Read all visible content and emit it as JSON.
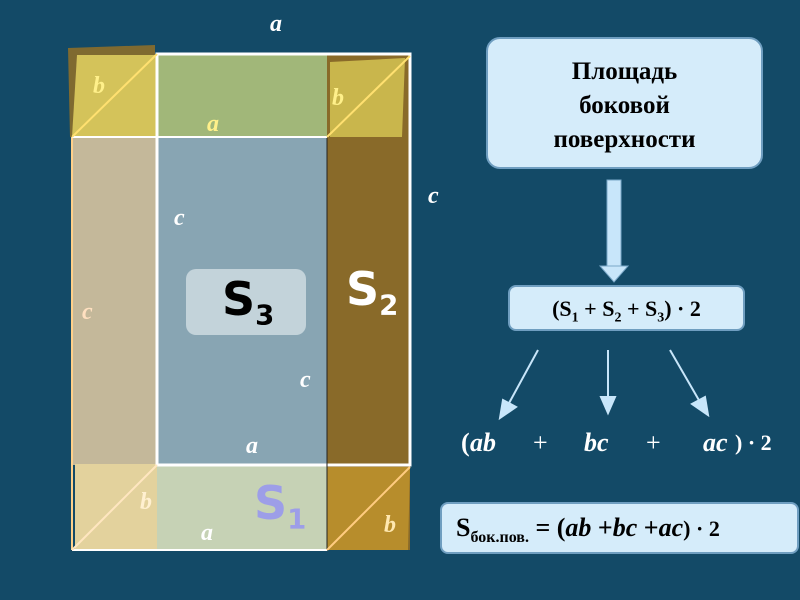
{
  "labels": {
    "a_top": "a",
    "b_top_left": "b",
    "b_top_right": "b",
    "a_mid_top": "a",
    "c_right_outer": "c",
    "c_inner_top": "c",
    "c_left": "c",
    "c_inner_right": "c",
    "a_inner_bottom": "a",
    "b_bottom_left": "b",
    "a_bottom": "a",
    "b_bottom_right": "b"
  },
  "faces": {
    "s3": {
      "letter": "S",
      "index": "3"
    },
    "s2": {
      "letter": "S",
      "index": "2"
    },
    "s1": {
      "letter": "S",
      "index": "1"
    }
  },
  "title_box": {
    "line1": "Площадь",
    "line2": "боковой",
    "line3": "поверхности"
  },
  "sum_box": {
    "open": "(S",
    "i1": "1",
    "p1": " + S",
    "i2": "2",
    "p2": " + S",
    "i3": "3",
    "close": ") · 2"
  },
  "expansion": {
    "open": "(",
    "ab": "ab",
    "plus1": "+",
    "bc": "bc",
    "plus2": "+",
    "ac": "ac",
    "close": ") · 2"
  },
  "result_box": {
    "s": "S",
    "sub": "бок.пов.",
    "rest_eq": " = (",
    "ab": "ab",
    "plus1": " +",
    "bc": "bc",
    "plus2": " +",
    "ac": "ac",
    "close": ") · 2"
  },
  "colors": {
    "background": "#134a67",
    "box_fill": "#d5ecfa"
  }
}
